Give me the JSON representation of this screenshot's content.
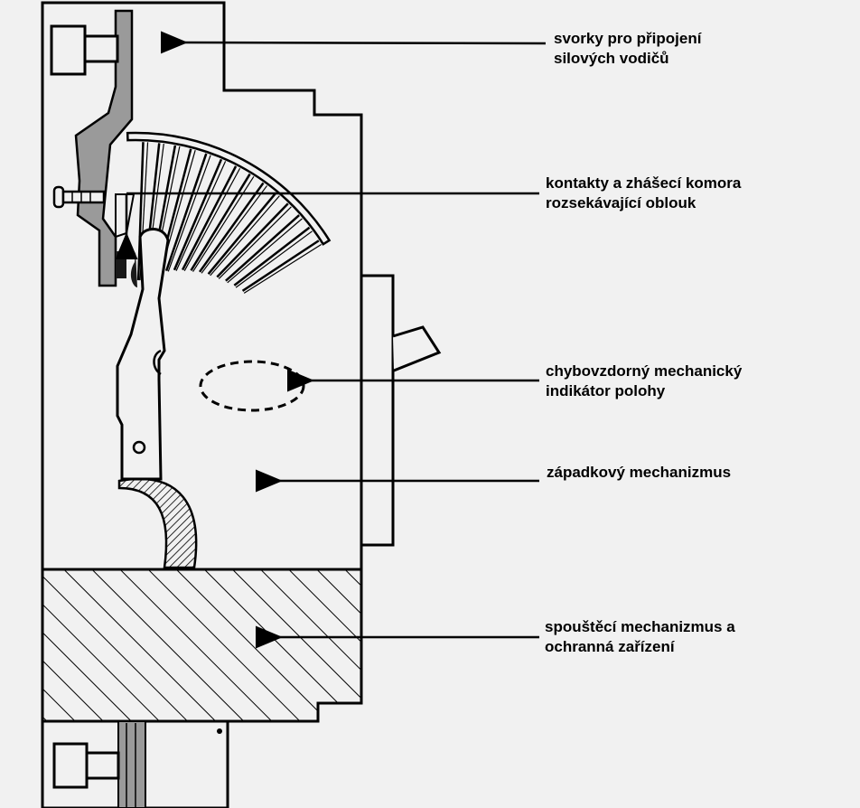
{
  "labels": {
    "terminals": {
      "line1": "svorky pro připojení",
      "line2": "silových vodičů"
    },
    "contacts": {
      "line1": "kontakty a zhášecí komora",
      "line2": "rozsekávající oblouk"
    },
    "indicator": {
      "line1": "chybovzdorný mechanický",
      "line2": "indikátor polohy"
    },
    "latch": {
      "line1": "západkový mechanizmus"
    },
    "trip": {
      "line1": "spouštěcí mechanizmus a",
      "line2": "ochranná zařízení"
    }
  },
  "colors": {
    "background": "#f1f1f1",
    "line": "#000000",
    "housing_fill": "#f1f1f1",
    "terminal_plate": "#9a9a9a",
    "dark_part": "#1a1a1a"
  }
}
